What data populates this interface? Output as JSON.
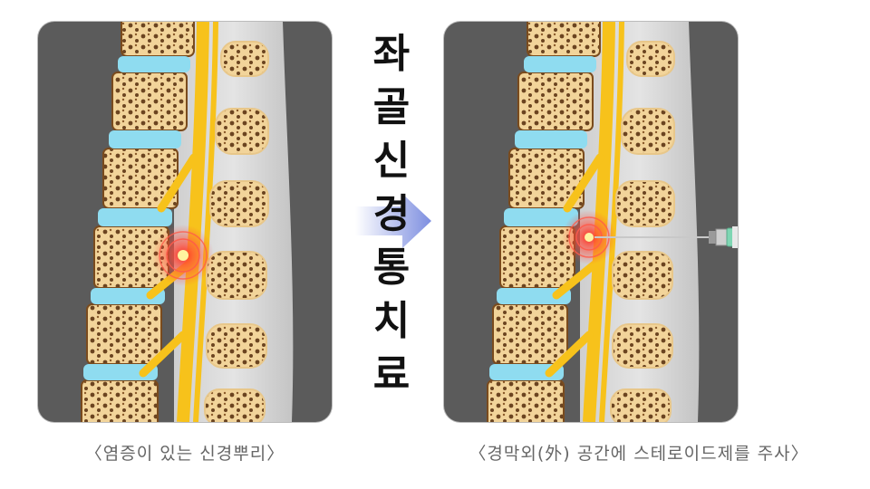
{
  "title": {
    "chars": [
      "좌",
      "골",
      "신",
      "경",
      "통",
      "치",
      "료"
    ]
  },
  "captions": {
    "left": "〈염증이 있는 신경뿌리〉",
    "right": "〈경막외(外) 공간에 스테로이드제를 주사〉"
  },
  "colors": {
    "background": "#5b5b5b",
    "vertebra": "#f2d49a",
    "bone_pore": "#6b4420",
    "disc": "#8fdcf0",
    "nerve": "#f7c21b",
    "inflammation": "#ff3b2f",
    "arrow": "#8b9be0"
  },
  "icons": {
    "arrow": "arrow-right-icon",
    "syringe": "syringe-icon",
    "inflammation": "inflammation-icon"
  }
}
